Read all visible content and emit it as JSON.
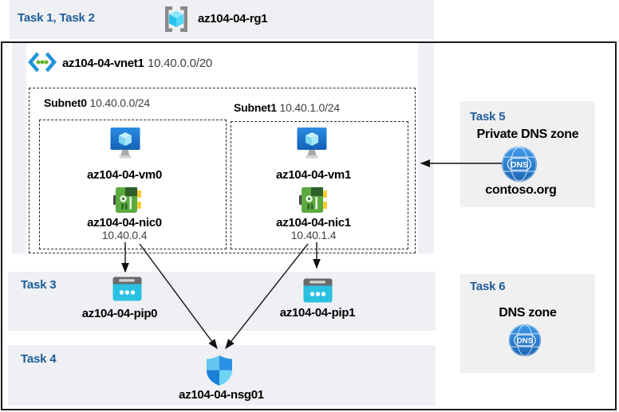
{
  "colors": {
    "task_label_blue": "#1f5c99",
    "band_bg": "#eef0f3",
    "panel_bg": "#f0f0f0",
    "frame_border": "#1a1a1a",
    "arrow": "#111111",
    "vm_blue": "#1c7ad2",
    "nic_green": "#5baa3d",
    "pip_cyan": "#2ac0e2",
    "nsg_blue": "#2a92e4",
    "dns_blue": "#2f86d4"
  },
  "header": {
    "tasks_label": "Task 1, Task 2",
    "resource_group": "az104-04-rg1"
  },
  "vnet": {
    "name": "az104-04-vnet1",
    "cidr": "10.40.0.0/20"
  },
  "subnets": [
    {
      "name": "Subnet0",
      "cidr": "10.40.0.0/24",
      "vm": "az104-04-vm0",
      "nic": "az104-04-nic0",
      "nic_ip": "10.40.0.4"
    },
    {
      "name": "Subnet1",
      "cidr": "10.40.1.0/24",
      "vm": "az104-04-vm1",
      "nic": "az104-04-nic1",
      "nic_ip": "10.40.1.4"
    }
  ],
  "task3": {
    "label": "Task 3",
    "pip0": "az104-04-pip0",
    "pip1": "az104-04-pip1"
  },
  "task4": {
    "label": "Task 4",
    "nsg": "az104-04-nsg01"
  },
  "task5": {
    "label": "Task 5",
    "title": "Private DNS zone",
    "zone_name": "contoso.org",
    "dns_icon_text": "DNS"
  },
  "task6": {
    "label": "Task 6",
    "title": "DNS zone",
    "dns_icon_text": "DNS"
  }
}
